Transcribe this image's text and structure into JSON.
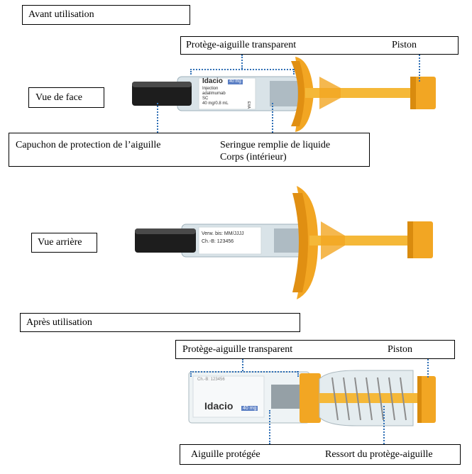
{
  "sections": {
    "before": "Avant utilisation",
    "after": "Après utilisation"
  },
  "views": {
    "front": "Vue de face",
    "back": "Vue arrière"
  },
  "front_labels": {
    "needle_shield": "Protège-aiguille transparent",
    "plunger": "Piston",
    "cap": "Capuchon de protection de l’aiguille",
    "body_line1": "Seringue remplie de liquide",
    "body_line2": "Corps (intérieur)"
  },
  "after_labels": {
    "needle_shield": "Protège-aiguille transparent",
    "plunger": "Piston",
    "protected_needle": "Aiguille protégée",
    "spring": "Ressort du protège-aiguille"
  },
  "front_product_label": {
    "brand": "Idacio",
    "dose_badge": "40 mg",
    "line1": "Injection",
    "line2": "adalimumab",
    "line3": "SC",
    "line4": "40 mg/0.8 mL",
    "side": "EXA"
  },
  "back_product_label": {
    "line1": "Verw. bis: MM/JJJJ",
    "line2": "Ch.-B: 123456"
  },
  "after_product_label": {
    "top": "Ch.-B: 123456",
    "brand": "Idacio",
    "dose_badge": "40 mg"
  },
  "colors": {
    "callout_dots": "#2f6fb5",
    "flange_orange": "#f2a623",
    "cap_black": "#1d1d1d",
    "badge_blue": "#5b7fc4"
  }
}
